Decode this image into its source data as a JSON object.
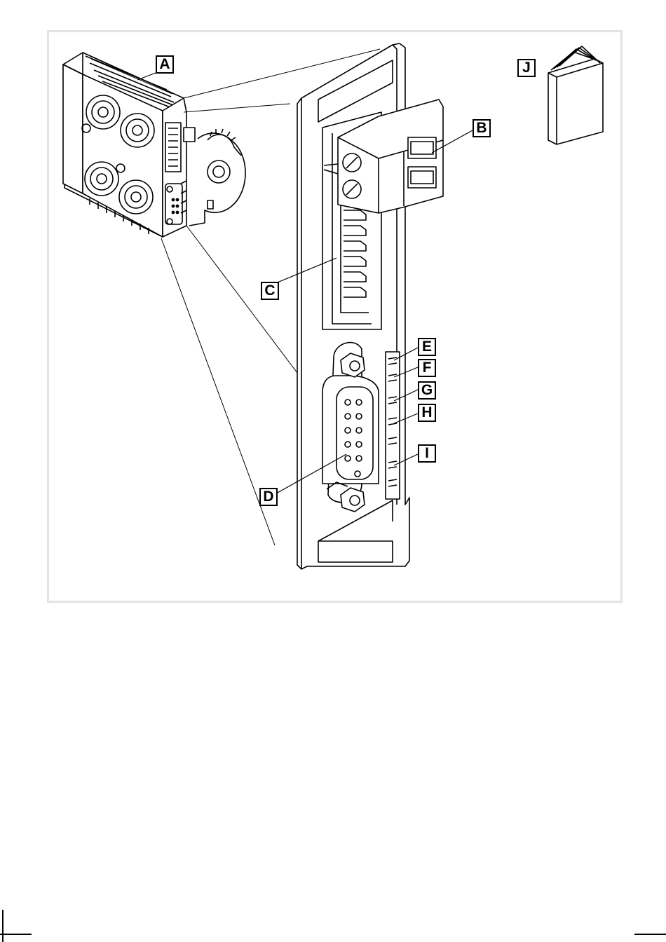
{
  "figure": {
    "callouts": {
      "a": "A",
      "b": "B",
      "c": "C",
      "d": "D",
      "e": "E",
      "f": "F",
      "g": "G",
      "h": "H",
      "i": "I",
      "j": "J"
    }
  },
  "colors": {
    "line": "#000000",
    "frame": "#e3e3e3",
    "fill": "#ffffff"
  }
}
